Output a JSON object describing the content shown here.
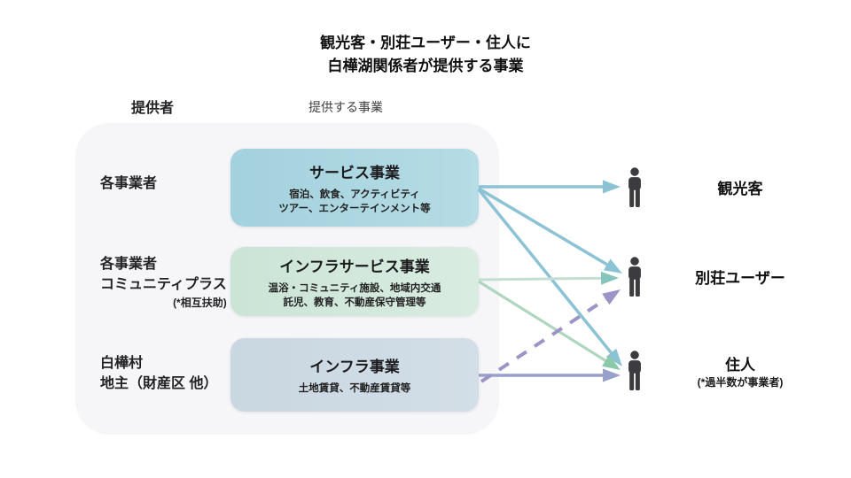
{
  "title": {
    "line1": "観光客・別荘ユーザー・住人に",
    "line2": "白樺湖関係者が提供する事業"
  },
  "column_headers": {
    "provider": "提供者",
    "service": "提供する事業"
  },
  "providers": [
    {
      "line1": "各事業者",
      "line2": "",
      "note": ""
    },
    {
      "line1": "各事業者",
      "line2": "コミュニティプラス",
      "note": "(*相互扶助)"
    },
    {
      "line1": "白樺村",
      "line2": "地主（財産区 他）",
      "note": ""
    }
  ],
  "services": [
    {
      "title": "サービス事業",
      "desc_line1": "宿泊、飲食、アクティビティ",
      "desc_line2": "ツアー、エンターテインメント等",
      "bg": "#a9d4e0"
    },
    {
      "title": "インフラサービス事業",
      "desc_line1": "温浴・コミュニティ施設、地域内交通",
      "desc_line2": "託児、教育、不動産保守管理等",
      "bg": "#d0e5d9"
    },
    {
      "title": "インフラ事業",
      "desc_line1": "土地賃貸、不動産賃貸等",
      "desc_line2": "",
      "bg": "#cdd9e3"
    }
  ],
  "recipients": [
    {
      "label": "観光客",
      "note": ""
    },
    {
      "label": "別荘ユーザー",
      "note": ""
    },
    {
      "label": "住人",
      "note": "(*過半数が事業者)"
    }
  ],
  "colors": {
    "background_blob": "#f6f5f8",
    "arrow_teal": "#8cc3d4",
    "arrow_green_line": "#c3ded0",
    "arrow_green_head": "#86c5bb",
    "arrow_green_diag": "#aed6bf",
    "arrow_green_diag_head": "#8cc9ab",
    "arrow_purple": "#98a1cc",
    "arrow_dashed_purple": "#9b94c6",
    "person": "#3b3b40"
  },
  "arrows": [
    {
      "from_service": 0,
      "to_recipient": 0,
      "style": "solid",
      "color": "#8cc3d4",
      "width": 3.5
    },
    {
      "from_service": 0,
      "to_recipient": 1,
      "style": "solid",
      "color": "#8cc3d4",
      "width": 3.5
    },
    {
      "from_service": 0,
      "to_recipient": 2,
      "style": "solid",
      "color": "#8cc3d4",
      "width": 3.5
    },
    {
      "from_service": 1,
      "to_recipient": 1,
      "style": "solid",
      "color": "#c3ded0",
      "head": "#86c5bb",
      "width": 3
    },
    {
      "from_service": 1,
      "to_recipient": 2,
      "style": "solid",
      "color": "#aed6bf",
      "head": "#8cc9ab",
      "width": 3.2
    },
    {
      "from_service": 2,
      "to_recipient": 2,
      "style": "solid",
      "color": "#98a1cc",
      "width": 3.5
    },
    {
      "from_service": 2,
      "to_recipient": 1,
      "style": "dashed",
      "color": "#9b94c6",
      "width": 4
    }
  ]
}
